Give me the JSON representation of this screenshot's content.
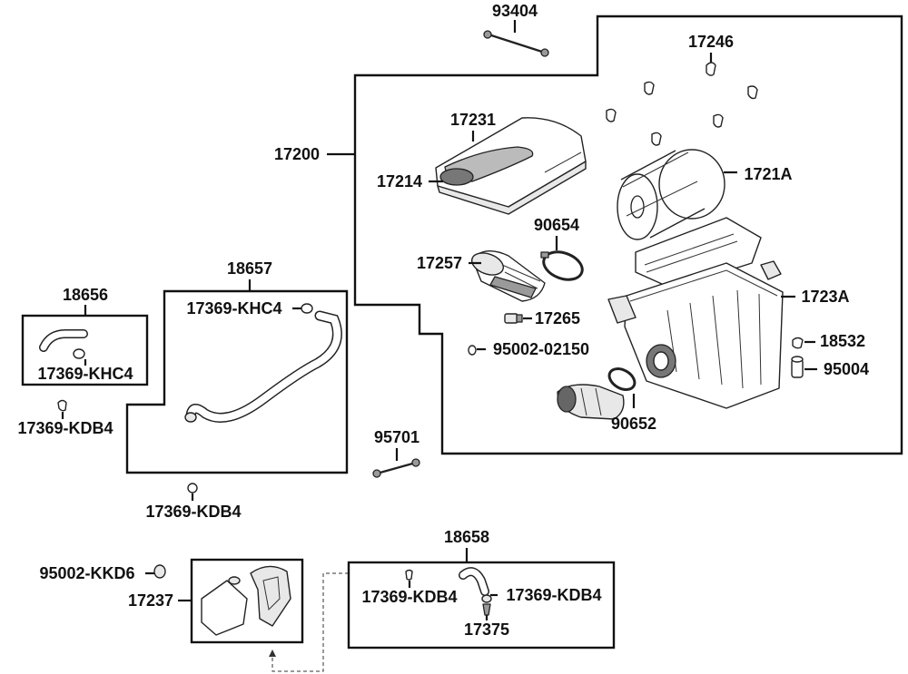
{
  "labels": {
    "p93404": "93404",
    "p17246": "17246",
    "p17231": "17231",
    "p17200": "17200",
    "p17214": "17214",
    "p1721A": "1721A",
    "p90654": "90654",
    "p17257": "17257",
    "p1723A": "1723A",
    "p17265": "17265",
    "p95002_02150": "95002-02150",
    "p18532": "18532",
    "p95004": "95004",
    "p90652": "90652",
    "p95701": "95701",
    "p18656": "18656",
    "p17369_KHC4_a": "17369-KHC4",
    "p17369_KDB4_a": "17369-KDB4",
    "p18657": "18657",
    "p17369_KHC4_b": "17369-KHC4",
    "p17369_KDB4_b": "17369-KDB4",
    "p95002_KKD6": "95002-KKD6",
    "p17237": "17237",
    "p18658": "18658",
    "p17369_KDB4_c": "17369-KDB4",
    "p17369_KDB4_d": "17369-KDB4",
    "p17375": "17375"
  }
}
